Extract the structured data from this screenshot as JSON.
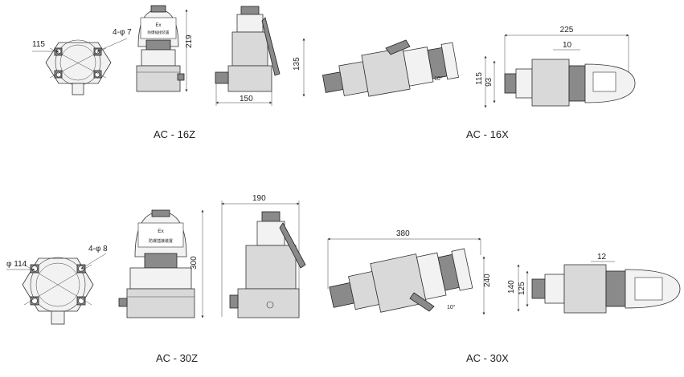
{
  "captions": {
    "ac16z": "AC - 16Z",
    "ac16x": "AC - 16X",
    "ac30z": "AC - 30Z",
    "ac30x": "AC - 30X"
  },
  "ac16z": {
    "flange_dia": "115",
    "holes": "4-φ 7",
    "height": "219",
    "nameplate_mark": "Ex",
    "nameplate_text": "防爆插接装置"
  },
  "ac16z_side": {
    "width": "150",
    "height": "135"
  },
  "ac16x": {
    "length": "225",
    "gap": "10",
    "outer": "115",
    "inner": "93",
    "angle": "10°"
  },
  "ac30z": {
    "flange_dia": "φ 114",
    "holes": "4-φ 8",
    "height": "300",
    "nameplate_mark": "Ex",
    "nameplate_text": "防爆插接装置"
  },
  "ac30z_side": {
    "width": "190"
  },
  "ac30x": {
    "length": "380",
    "height": "240",
    "gap": "12",
    "outer": "140",
    "inner": "125",
    "angle": "10°"
  }
}
